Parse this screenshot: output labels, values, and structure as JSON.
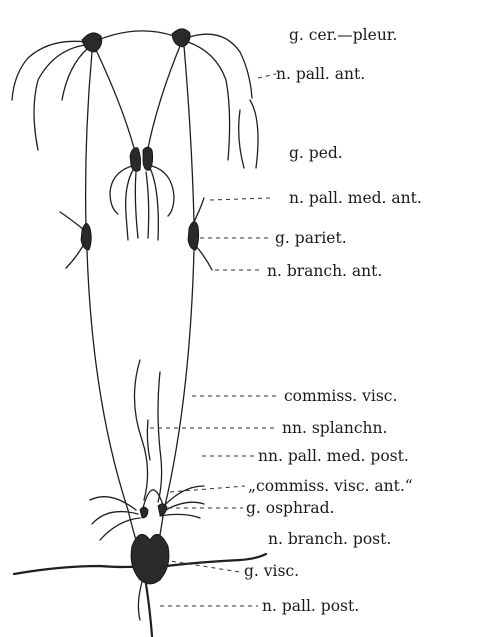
{
  "labels": {
    "cer_pleur": "g. cer.—pleur.",
    "pall_ant": "n. pall. ant.",
    "ped": "g. ped.",
    "pall_med_ant": "n. pall. med. ant.",
    "pariet": "g. pariet.",
    "branch_ant": "n. branch. ant.",
    "commiss_visc": "commiss. visc.",
    "splanchn": "nn. splanchn.",
    "pall_med_post": "nn. pall. med. post.",
    "commiss_visc_ant": "„commiss. visc. ant.“",
    "osphrad": "g. osphrad.",
    "branch_post": "n. branch. post.",
    "visc": "g. visc.",
    "pall_post": "n. pall. post."
  }
}
